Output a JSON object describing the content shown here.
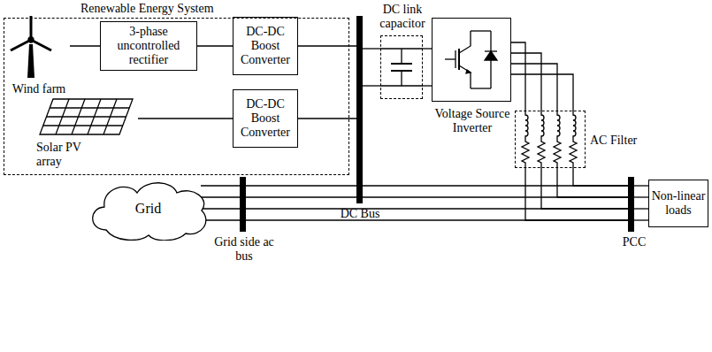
{
  "diagram": {
    "nodes": [
      {
        "text": [
          "Renewable Energy System"
        ]
      },
      {
        "text": [
          "Wind farm"
        ],
        "in": 0
      },
      {
        "text": [
          "3-phase uncontrolled rectifier"
        ],
        "in": 0
      },
      {
        "text": [
          "DC-DC Boost Converter"
        ],
        "in": 0
      },
      {
        "text": [
          "Solar PV array"
        ],
        "in": 0
      },
      {
        "text": [
          "DC-DC Boost Converter"
        ],
        "in": 0
      },
      {
        "text": [
          "DC Bus"
        ]
      },
      {
        "text": [
          "DC link capacitor"
        ]
      },
      {
        "text": [
          "Voltage Source Inverter"
        ]
      },
      {
        "text": [
          "AC Filter"
        ]
      },
      {
        "text": [
          "Grid"
        ]
      },
      {
        "text": [
          "Grid side ac bus"
        ]
      },
      {
        "text": [
          "PCC"
        ]
      },
      {
        "text": [
          "Non-linear loads"
        ]
      }
    ],
    "edges": [
      {
        "from": 1,
        "to": 2,
        "arrow": "none"
      },
      {
        "from": 2,
        "to": 3,
        "arrow": "none"
      },
      {
        "from": 4,
        "to": 5,
        "arrow": "none"
      },
      {
        "from": 3,
        "to": 6,
        "arrow": "none"
      },
      {
        "from": 5,
        "to": 6,
        "arrow": "none"
      },
      {
        "from": 6,
        "to": 7,
        "arrow": "none"
      },
      {
        "from": 7,
        "to": 8,
        "arrow": "none"
      },
      {
        "from": 8,
        "to": 9,
        "arrow": "none"
      },
      {
        "from": 9,
        "to": 12,
        "arrow": "none"
      },
      {
        "from": 10,
        "to": 11,
        "arrow": "none"
      },
      {
        "from": 11,
        "to": 12,
        "arrow": "none"
      },
      {
        "from": 12,
        "to": 13,
        "arrow": "none"
      }
    ]
  }
}
